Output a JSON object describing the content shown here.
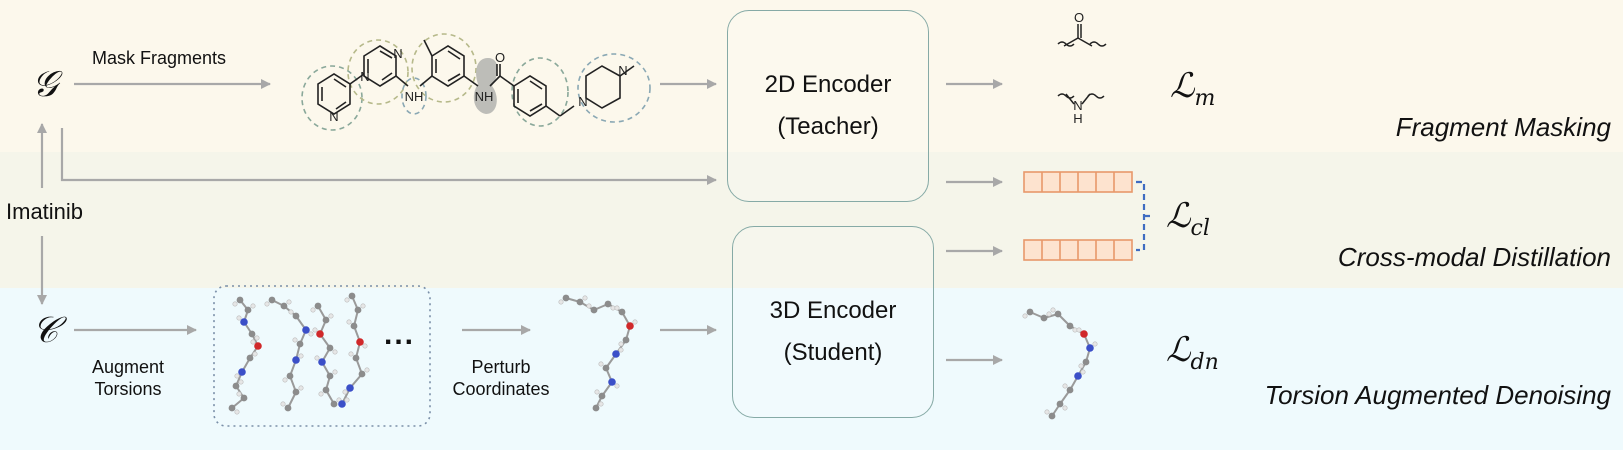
{
  "sections": {
    "fragment_masking": "Fragment Masking",
    "cross_modal": "Cross-modal Distillation",
    "torsion_denoising": "Torsion Augmented Denoising"
  },
  "inputs": {
    "graph_symbol": "𝒢",
    "conformer_symbol": "𝒞",
    "molecule_name": "Imatinib"
  },
  "steps": {
    "mask_fragments": "Mask Fragments",
    "augment_torsions_line1": "Augment",
    "augment_torsions_line2": "Torsions",
    "perturb_line1": "Perturb",
    "perturb_line2": "Coordinates",
    "ellipsis": "..."
  },
  "encoders": {
    "teacher_line1": "2D Encoder",
    "teacher_line2": "(Teacher)",
    "student_line1": "3D Encoder",
    "student_line2": "(Student)"
  },
  "losses": {
    "masking": {
      "main": "ℒ",
      "sub": "m"
    },
    "contrastive": {
      "main": "ℒ",
      "sub": "cl"
    },
    "denoising": {
      "main": "ℒ",
      "sub": "dn"
    }
  },
  "fragment_labels": {
    "pyridine_n": "N",
    "pyrimidine_n1": "N",
    "pyrimidine_n2": "N",
    "amine_nh": "NH",
    "amide_nh": "NH",
    "amide_o": "O",
    "pip_n1": "N",
    "pip_n2": "N",
    "pred_carbonyl_o": "O",
    "pred_amine_n": "N",
    "pred_amine_h": "H"
  },
  "colors": {
    "arrow": "#a8a8a8",
    "encoder_border": "#86aaa6",
    "embedding_fill": "#fde3cf",
    "embedding_border": "#e8986a",
    "bracket": "#3f6cc2",
    "atom_carbon": "#8c8c8c",
    "atom_nitrogen": "#3b4fc8",
    "atom_oxygen": "#d0282a",
    "atom_hydrogen": "#e6e6e6"
  }
}
